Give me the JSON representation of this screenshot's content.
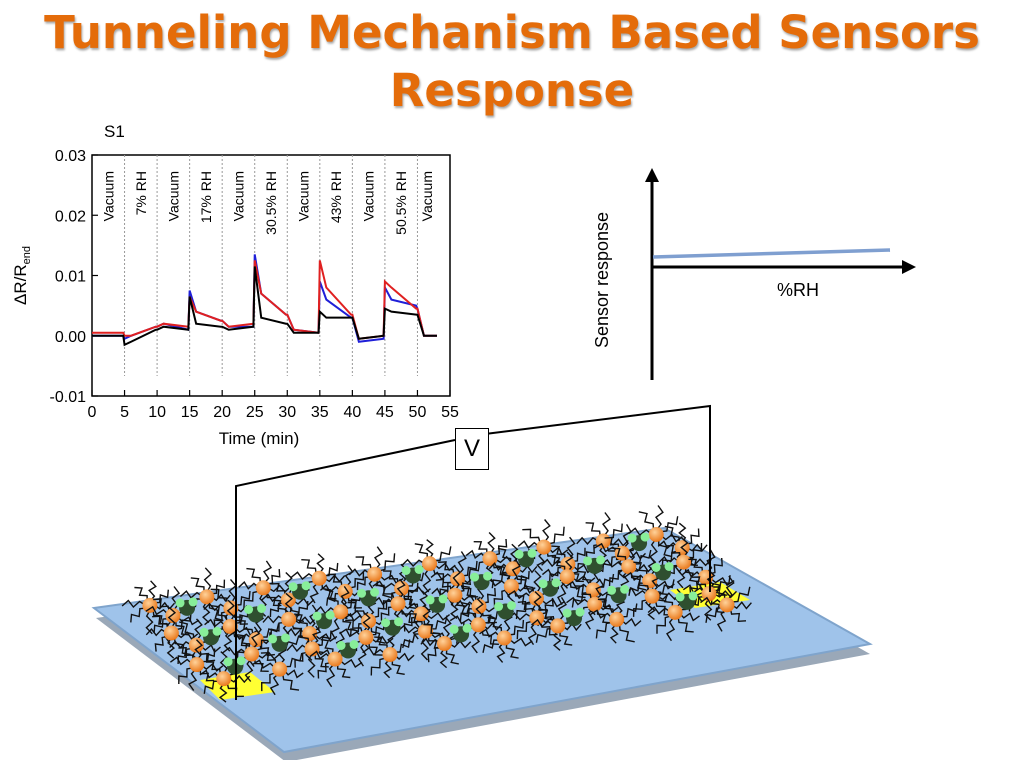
{
  "title": {
    "line1": "Tunneling Mechanism Based Sensors",
    "line2": "Response"
  },
  "chart_label": "S1",
  "chart_data": {
    "type": "line",
    "xlabel": "Time (min)",
    "ylabel": "ΔR/R_end",
    "xlim": [
      0,
      55
    ],
    "ylim": [
      -0.01,
      0.03
    ],
    "x_ticks": [
      "0",
      "5",
      "10",
      "15",
      "20",
      "25",
      "30",
      "35",
      "40",
      "45",
      "50",
      "55"
    ],
    "y_ticks": [
      "0.03",
      "0.02",
      "0.01",
      "0.00",
      "-0.01"
    ],
    "phases": [
      "Vacuum",
      "7% RH",
      "Vacuum",
      "17% RH",
      "Vacuum",
      "30.5% RH",
      "Vacuum",
      "43% RH",
      "Vacuum",
      "50.5% RH",
      "Vacuum"
    ],
    "phase_boundaries": [
      5,
      10,
      15,
      20,
      25,
      30,
      35,
      40,
      45,
      50
    ],
    "series": [
      {
        "color": "#1f1fd8",
        "x": [
          0,
          4.8,
          5,
          6,
          9.8,
          10,
          11,
          14.8,
          15,
          16,
          19.8,
          20,
          21,
          24.8,
          25,
          26,
          29.8,
          30,
          31,
          34.8,
          35,
          36,
          39.8,
          40,
          41,
          44.8,
          45,
          46,
          49.8,
          50,
          51,
          53
        ],
        "y": [
          0.0,
          0.0,
          -0.0005,
          0.0,
          0.0015,
          0.0015,
          0.002,
          0.001,
          0.0075,
          0.004,
          0.0025,
          0.0025,
          0.0015,
          0.0015,
          0.0135,
          0.007,
          0.0035,
          0.0035,
          0.001,
          0.0005,
          0.009,
          0.006,
          0.003,
          0.003,
          -0.001,
          -0.0005,
          0.008,
          0.006,
          0.005,
          0.0045,
          0.0,
          0.0
        ]
      },
      {
        "color": "#e02020",
        "x": [
          0,
          4.8,
          5,
          6,
          9.8,
          10,
          11,
          14.8,
          15,
          16,
          19.8,
          20,
          21,
          24.8,
          25,
          26,
          29.8,
          30,
          31,
          34.8,
          35,
          36,
          39.8,
          40,
          41,
          44.8,
          45,
          46,
          49.8,
          50,
          51,
          53
        ],
        "y": [
          0.0005,
          0.0005,
          0.0,
          0.0,
          0.0015,
          0.0015,
          0.002,
          0.0015,
          0.0065,
          0.004,
          0.0025,
          0.0025,
          0.0015,
          0.002,
          0.0125,
          0.007,
          0.0035,
          0.0035,
          0.001,
          0.0005,
          0.0125,
          0.008,
          0.0035,
          0.0035,
          -0.0005,
          0.0,
          0.009,
          0.008,
          0.0045,
          0.0045,
          0.0,
          0.0
        ]
      },
      {
        "color": "#000000",
        "x": [
          0,
          4.8,
          5,
          6,
          9.8,
          10,
          11,
          14.8,
          15,
          16,
          19.8,
          20,
          21,
          24.8,
          25,
          26,
          29.8,
          30,
          31,
          34.8,
          35,
          36,
          39.8,
          40,
          41,
          44.8,
          45,
          46,
          49.8,
          50,
          51,
          53
        ],
        "y": [
          0.0,
          0.0,
          -0.0015,
          -0.001,
          0.001,
          0.001,
          0.0015,
          0.001,
          0.0065,
          0.002,
          0.0015,
          0.0015,
          0.001,
          0.0015,
          0.0115,
          0.003,
          0.002,
          0.002,
          0.0005,
          0.0005,
          0.004,
          0.003,
          0.003,
          0.003,
          -0.0005,
          0.0,
          0.0045,
          0.004,
          0.0035,
          0.0035,
          0.0,
          0.0
        ]
      }
    ]
  },
  "schematic": {
    "ylabel": "Sensor response",
    "xlabel": "%RH",
    "line_color": "#7f9fd0"
  },
  "circuit": {
    "voltmeter_label": "V"
  },
  "colors": {
    "title": "#e46c0a",
    "substrate": "#9fc3ea",
    "electrode": "#ffff33",
    "nanoparticle": "#f59a45",
    "water_oxygen": "#2f4f2f",
    "water_hydrogen": "#88ee99"
  }
}
